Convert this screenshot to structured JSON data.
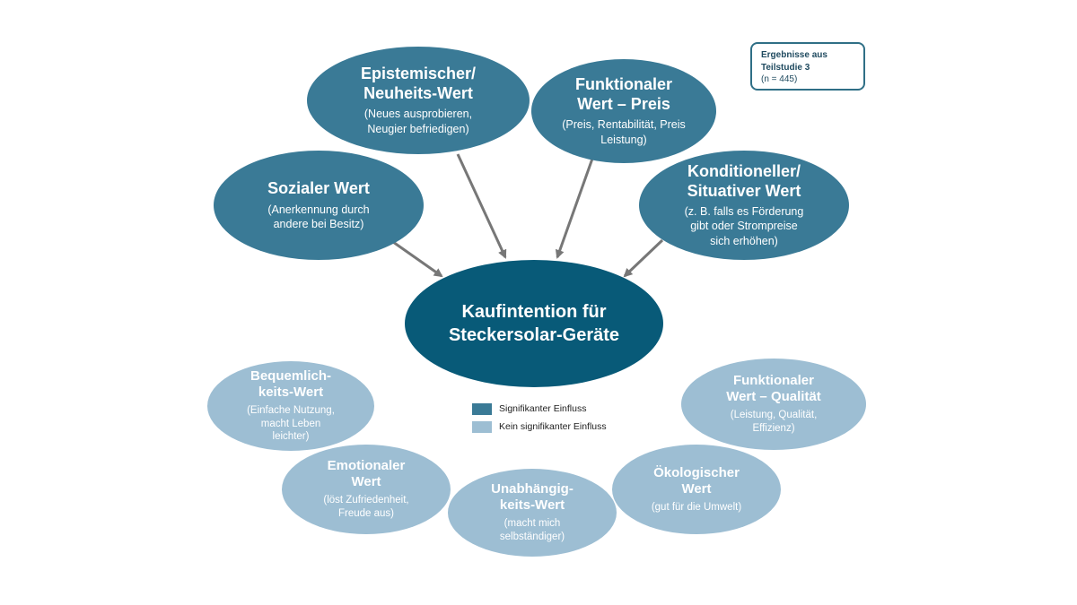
{
  "info_box": {
    "line1": "Ergebnisse aus\nTeilstudie 3",
    "line2": "(n = 445)"
  },
  "center": {
    "title": "Kaufintention für\nSteckersolar-Geräte"
  },
  "significant_values": [
    {
      "title": "Epistemischer/\nNeuheits-Wert",
      "sub": "(Neues ausprobieren,\nNeugier befriedigen)"
    },
    {
      "title": "Funktionaler\nWert – Preis",
      "sub": "(Preis, Rentabilität, Preis\nLeistung)"
    },
    {
      "title": "Sozialer Wert",
      "sub": "(Anerkennung durch\nandere bei Besitz)"
    },
    {
      "title": "Konditioneller/\nSituativer Wert",
      "sub": "(z. B. falls es Förderung\ngibt oder Strompreise\nsich  erhöhen)"
    }
  ],
  "non_significant_values": [
    {
      "title": "Bequemlich-\nkeits-Wert",
      "sub": "(Einfache Nutzung,\nmacht Leben\nleichter)"
    },
    {
      "title": "Funktionaler\nWert – Qualität",
      "sub": "(Leistung, Qualität,\nEffizienz)"
    },
    {
      "title": "Emotionaler\nWert",
      "sub": "(löst Zufriedenheit,\nFreude aus)"
    },
    {
      "title": "Unabhängig-\nkeits-Wert",
      "sub": "(macht mich\nselbständiger)"
    },
    {
      "title": "Ökologischer\nWert",
      "sub": "(gut für die Umwelt)"
    }
  ],
  "legend": {
    "significant": "Signifikanter Einfluss",
    "not_significant": "Kein signifikanter Einfluss"
  },
  "colors": {
    "significant": "#3a7a96",
    "not_significant": "#9dbed3",
    "center": "#085a78",
    "arrow": "#777777"
  }
}
